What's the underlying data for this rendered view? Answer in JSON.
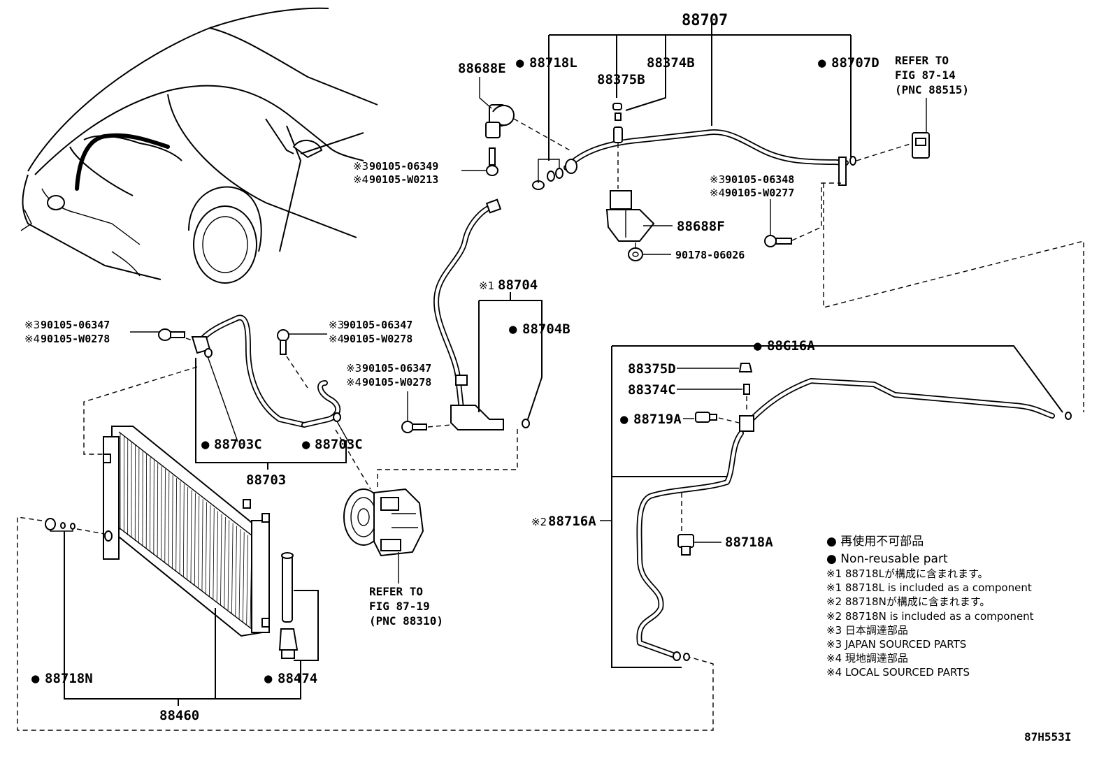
{
  "labels": {
    "p88707": "88707",
    "p88688E": "88688E",
    "p88718L": "88718L",
    "p88374B": "88374B",
    "p88375B": "88375B",
    "p88707D": "88707D",
    "p88688F": "88688F",
    "p90178": "90178-06026",
    "p88704": "88704",
    "p88704B": "88704B",
    "p88703C_a": "88703C",
    "p88703C_b": "88703C",
    "p88703": "88703",
    "pG16A": "88G16A",
    "p88375D": "88375D",
    "p88374C": "88374C",
    "p88719A": "88719A",
    "p88716A": "88716A",
    "p88718A": "88718A",
    "p88718N": "88718N",
    "p88474": "88474",
    "p88460": "88460",
    "diagram_code": "87H553I"
  },
  "marks": {
    "filled_circle": "●",
    "note1": "※1",
    "note2": "※2",
    "note3": "※3",
    "note4": "※4"
  },
  "bolts": {
    "a3": "90105-06349",
    "a4": "90105-W0213",
    "b3": "90105-06348",
    "b4": "90105-W0277",
    "c3": "90105-06347",
    "c4": "90105-W0278",
    "d3": "90105-06347",
    "d4": "90105-W0278",
    "e3": "90105-06347",
    "e4": "90105-W0278"
  },
  "refs": {
    "top_right": [
      "REFER TO",
      "FIG 87-14",
      "(PNC 88515)"
    ],
    "compressor": [
      "REFER TO",
      "FIG 87-19",
      "(PNC 88310)"
    ]
  },
  "legend": [
    "● 再使用不可部品",
    "● Non-reusable part",
    "※1 88718Lが構成に含まれます。",
    "※1 88718L is included as a component",
    "※2 88718Nが構成に含まれます。",
    "※2 88718N is included as a component",
    "※3 日本調達部品",
    "※3 JAPAN SOURCED PARTS",
    "※4 現地調達部品",
    "※4 LOCAL SOURCED PARTS"
  ]
}
